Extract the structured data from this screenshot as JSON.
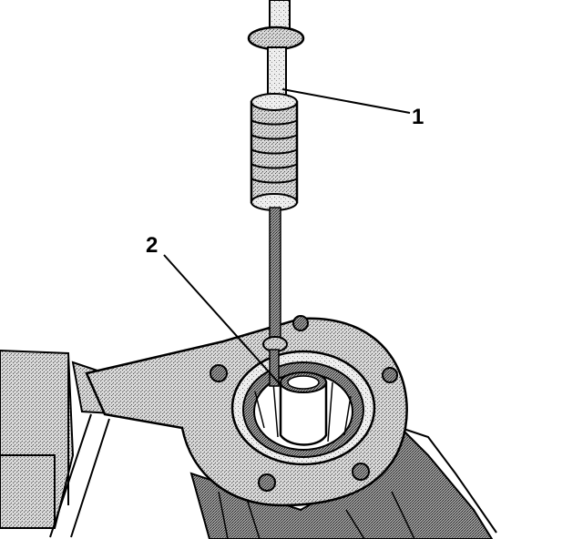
{
  "callouts": [
    {
      "id": "1",
      "label": "1"
    },
    {
      "id": "2",
      "label": "2"
    }
  ],
  "colors": {
    "line": "#000000",
    "stipple_dark": "#6b6b6b",
    "stipple_light": "#cfcfcf",
    "background": "#ffffff"
  }
}
